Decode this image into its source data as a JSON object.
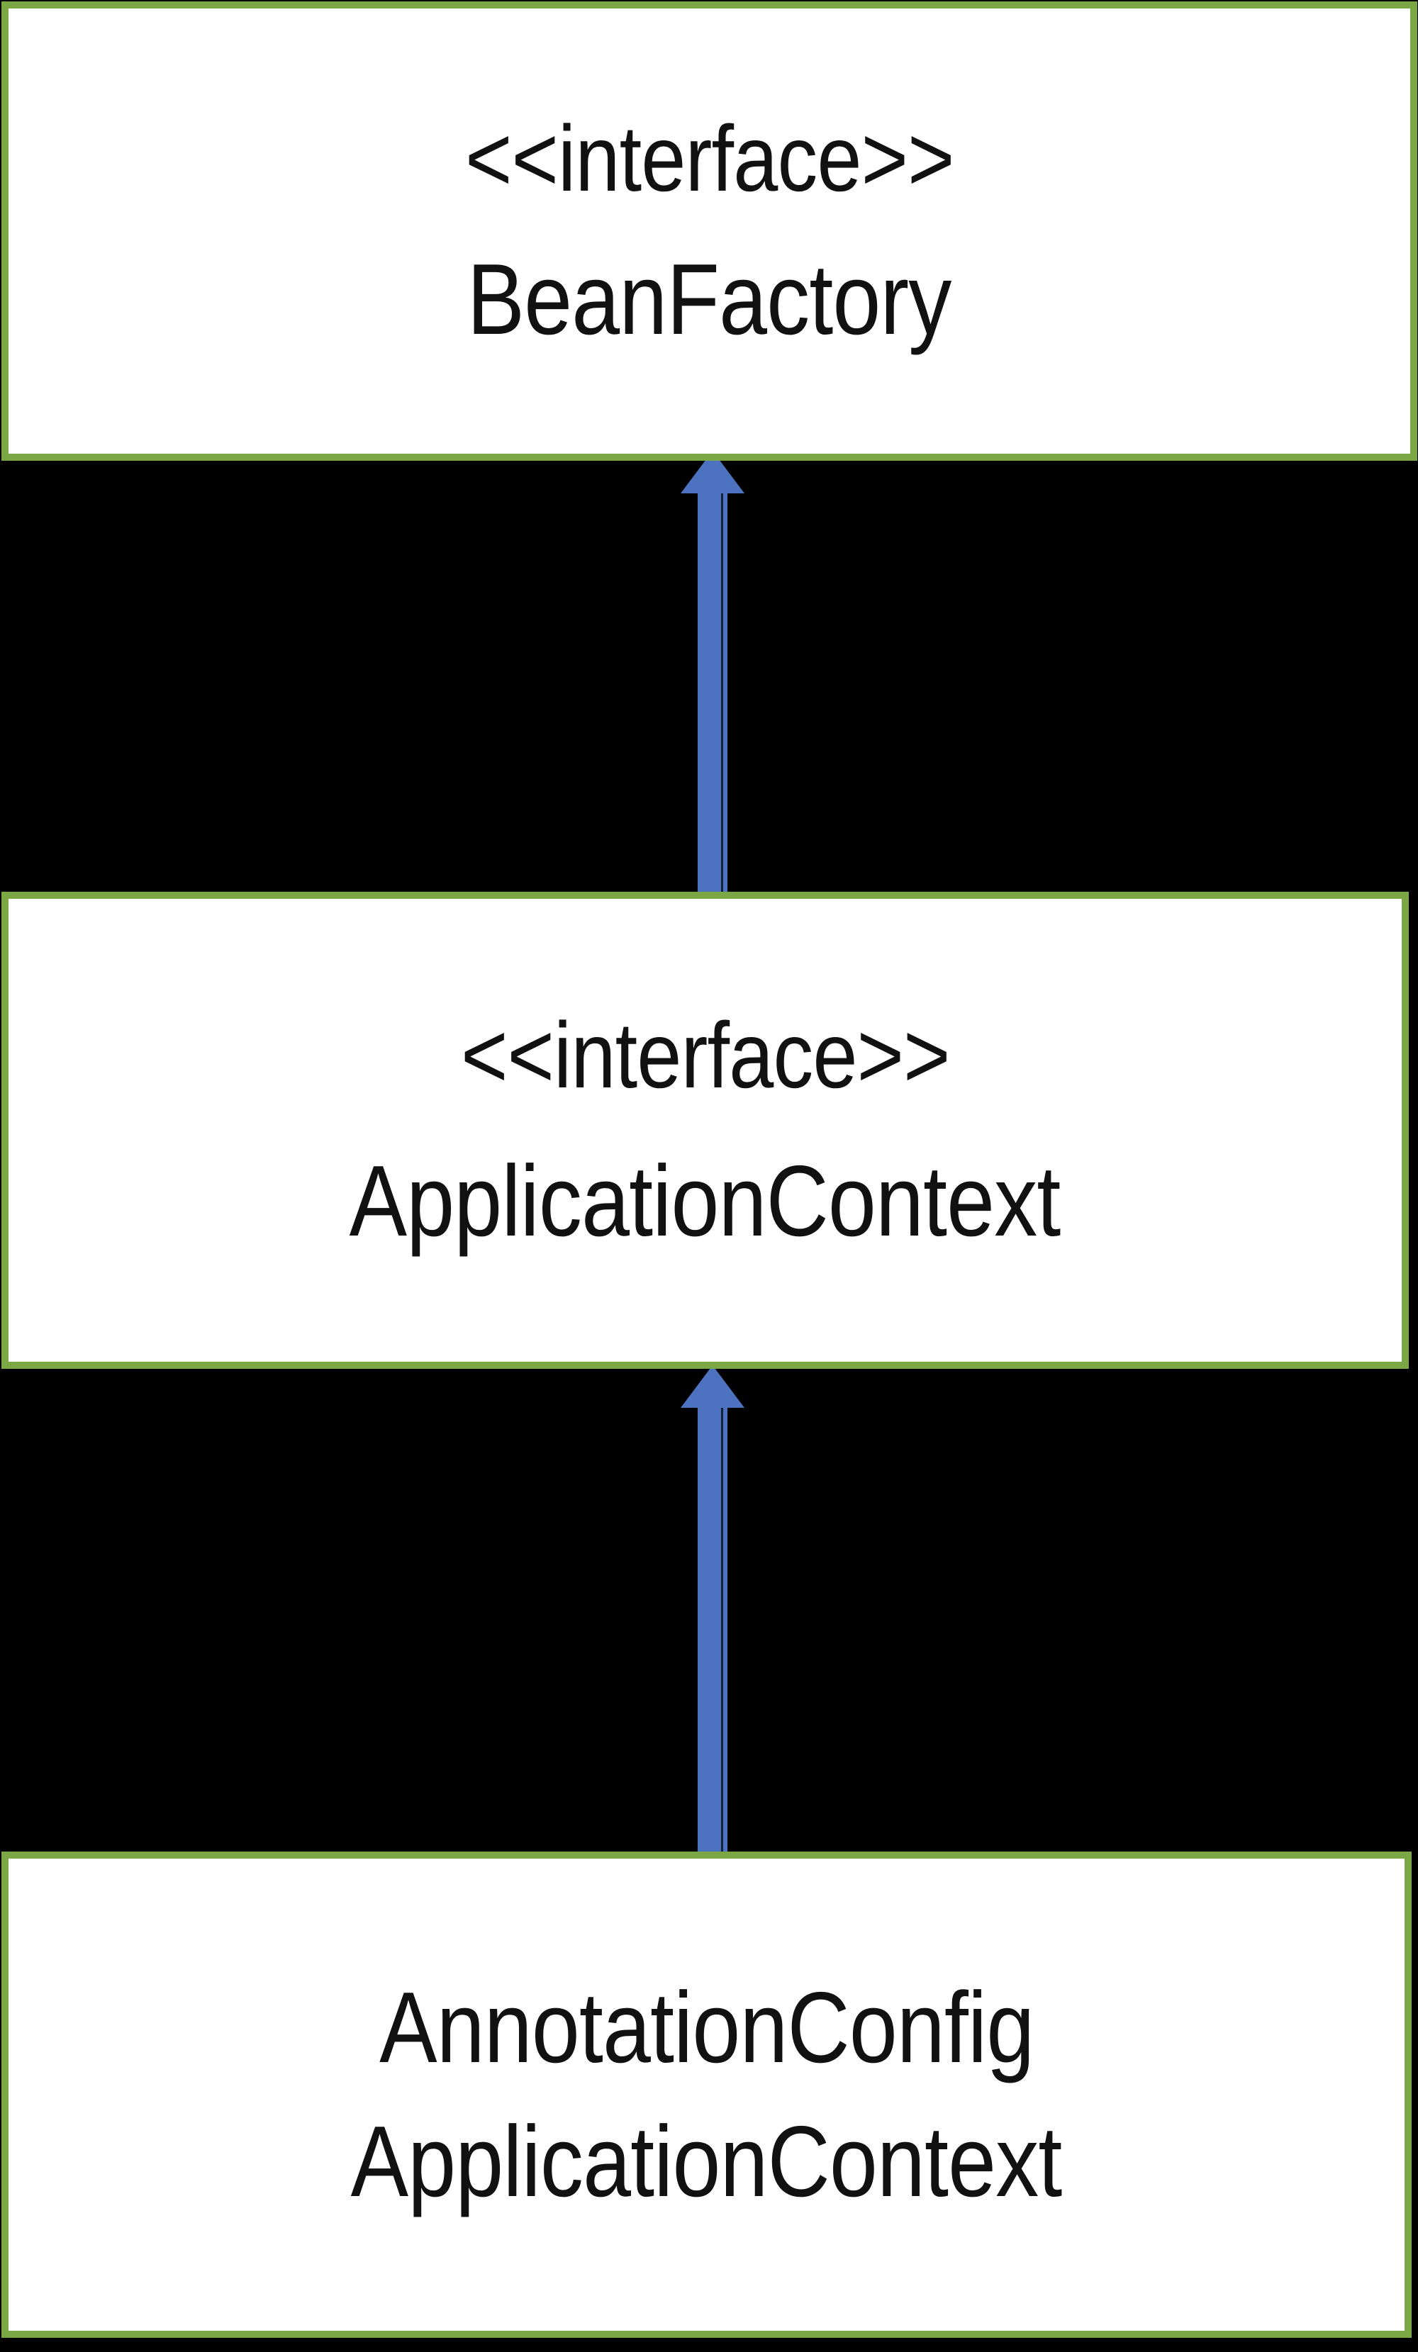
{
  "diagram": {
    "type": "uml-class-diagram",
    "title": "Spring BeanFactory / ApplicationContext hierarchy",
    "background_color": "#000000",
    "box_fill_color": "#FFFFFF",
    "box_border_color": "#7BA845",
    "arrow_color": "#4D73C0",
    "text_color": "#111111"
  },
  "boxes": [
    {
      "id": "beanfactory",
      "stereotype": "<<interface>>",
      "name": "BeanFactory",
      "name_lines": [
        "BeanFactory"
      ]
    },
    {
      "id": "applicationcontext",
      "stereotype": "<<interface>>",
      "name": "ApplicationContext",
      "name_lines": [
        "ApplicationContext"
      ]
    },
    {
      "id": "annotationconfig",
      "stereotype": "",
      "name": "AnnotationConfigApplicationContext",
      "name_lines": [
        "AnnotationConfig",
        "ApplicationContext"
      ]
    }
  ],
  "arrows": [
    {
      "id": "applicationcontext-to-beanfactory",
      "relation": "generalization",
      "from": "ApplicationContext",
      "to": "BeanFactory",
      "direction": "up",
      "color": "#4D73C0"
    },
    {
      "id": "annotationconfig-to-applicationcontext",
      "relation": "generalization",
      "from": "AnnotationConfigApplicationContext",
      "to": "ApplicationContext",
      "direction": "up",
      "color": "#4D73C0"
    }
  ]
}
